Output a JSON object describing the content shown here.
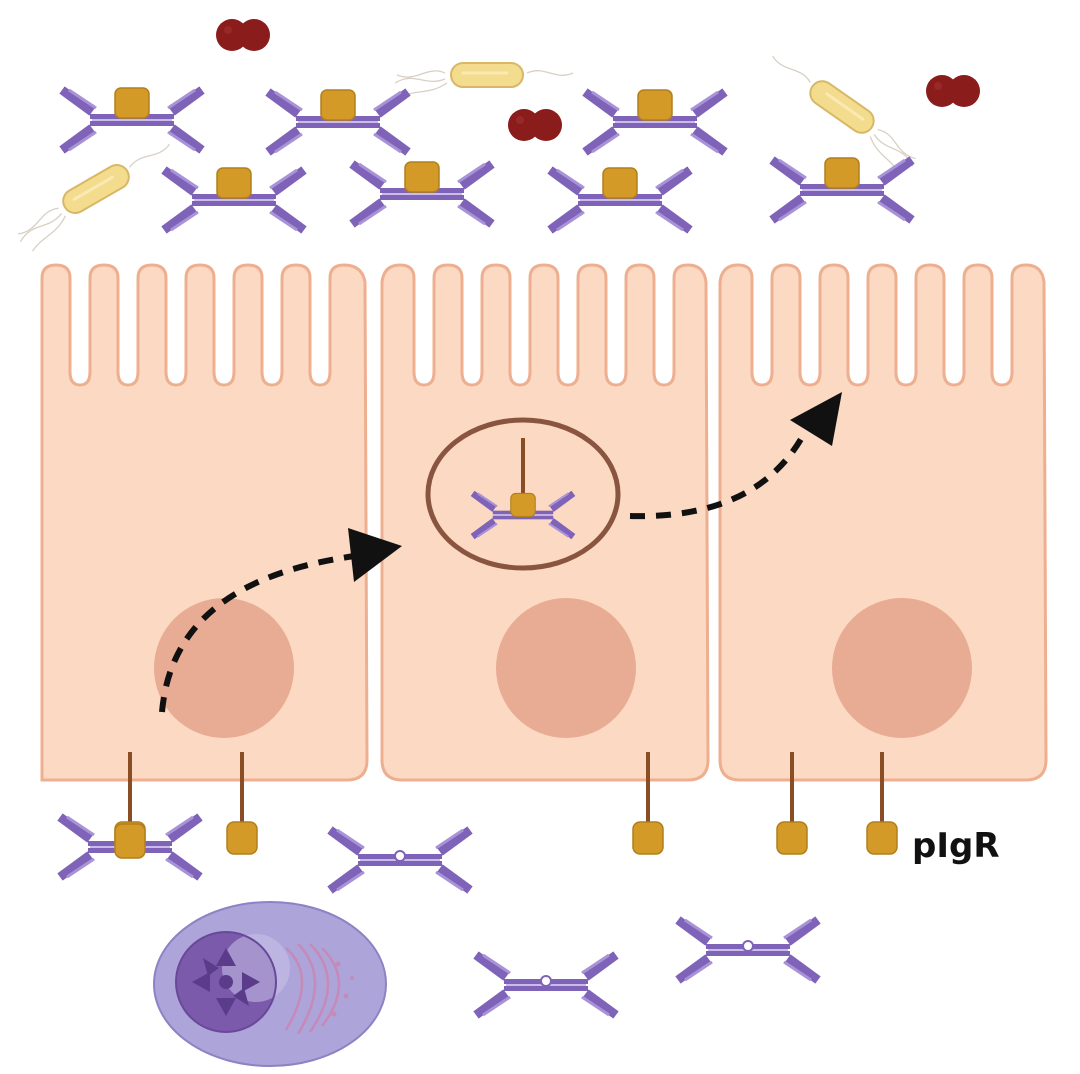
{
  "labels": {
    "receptor": "pIgR"
  },
  "colors": {
    "cell_fill": "#fcd9c2",
    "cell_outline": "#eeaf90",
    "nucleus": "#e8ab93",
    "antibody": "#7f63b8",
    "antibody_light": "#a993d8",
    "secretory_component": "#d49a28",
    "receptor_stalk": "#8a4e25",
    "vesicle": "#8a5540",
    "bacteria_coccus": "#8a1c1c",
    "bacteria_rod": "#f4dc8e",
    "plasma_cell": "#ada4d9",
    "plasma_nucleus": "#7b59ab",
    "arrow": "#111111"
  },
  "icons": {
    "secretory_iga": "dimeric-iga-with-secretory-component",
    "dimeric_iga": "dimeric-iga",
    "receptor": "polymeric-immunoglobulin-receptor",
    "coccus": "diplococcus-bacteria",
    "bacillus": "rod-bacteria",
    "plasma_cell": "plasma-cell",
    "arrow": "dashed-transcytosis-arrow"
  }
}
